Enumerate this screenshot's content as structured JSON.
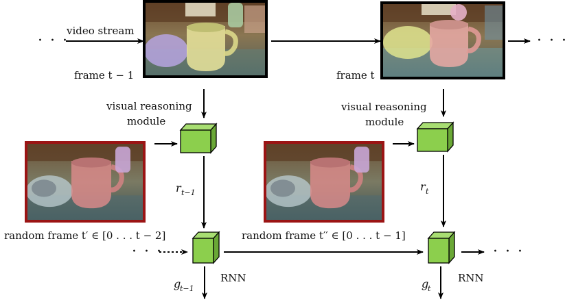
{
  "labels": {
    "video_stream": "video stream",
    "frame_prev": "frame t − 1",
    "frame_curr": "frame t",
    "vr_line1": "visual reasoning",
    "vr_line2": "module",
    "random_frame_prev": "random frame t′ ∈ [0 . . . t − 2]",
    "random_frame_curr": "random frame t′′ ∈ [0 . . . t − 1]",
    "rnn": "RNN",
    "r_prev": "r",
    "r_prev_sub": "t−1",
    "r_curr": "r",
    "r_curr_sub": "t",
    "g_prev": "g",
    "g_prev_sub": "t−1",
    "g_curr": "g",
    "g_curr_sub": "t",
    "ellipsis": "· · ·"
  },
  "colors": {
    "cube_front": "#8ccf4d",
    "cube_top": "#a8de72",
    "cube_side": "#6aa836",
    "frame_border_video": "#000000",
    "frame_border_random": "#9b1414",
    "arrow": "#000000"
  },
  "icons": {
    "video_frame": "kitchen-scene-photo",
    "random_frame": "kitchen-scene-photo-highlighted"
  }
}
